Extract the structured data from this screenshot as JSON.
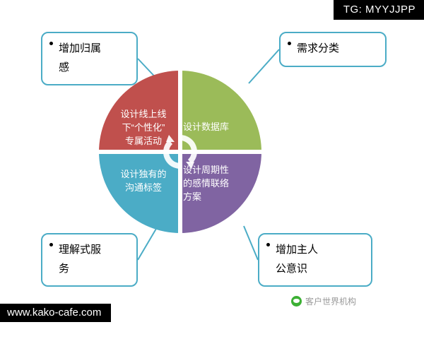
{
  "tag": {
    "label": "TG: MYYJJPP"
  },
  "watermark": {
    "site": "www.kako-cafe.com",
    "wechat_text": "客户世界机构",
    "wechat_icon": "wechat-icon"
  },
  "wheel": {
    "center_icon": "recycle-arrows-icon",
    "quadrants": [
      {
        "id": "top-left",
        "color": "#c0504d",
        "label": "设计线上线\n下“个性化”\n专属活动",
        "lines": [
          "设计线上线",
          "下“个性化”",
          "专属活动"
        ]
      },
      {
        "id": "top-right",
        "color": "#9bbb59",
        "label": "设计数据库",
        "lines": [
          "设计数据库"
        ]
      },
      {
        "id": "bottom-left",
        "color": "#4bacc6",
        "label": "设计独有的\n沟通标签",
        "lines": [
          "设计独有的",
          "沟通标签"
        ]
      },
      {
        "id": "bottom-right",
        "color": "#8064a2",
        "label": "设计周期性\n的感情联络\n方案",
        "lines": [
          "设计周期性",
          "的感情联络",
          "方案"
        ]
      }
    ]
  },
  "callouts": [
    {
      "id": "top-left",
      "text": "增加归属\n感",
      "lines": [
        "增加归属",
        "感"
      ],
      "border_color": "#4bacc6"
    },
    {
      "id": "top-right",
      "text": "需求分类",
      "lines": [
        "需求分类"
      ],
      "border_color": "#4bacc6"
    },
    {
      "id": "bottom-left",
      "text": "理解式服\n务",
      "lines": [
        "理解式服",
        "务"
      ],
      "border_color": "#4bacc6"
    },
    {
      "id": "bottom-right",
      "text": "增加主人\n公意识",
      "lines": [
        "增加主人",
        "公意识"
      ],
      "border_color": "#4bacc6"
    }
  ]
}
